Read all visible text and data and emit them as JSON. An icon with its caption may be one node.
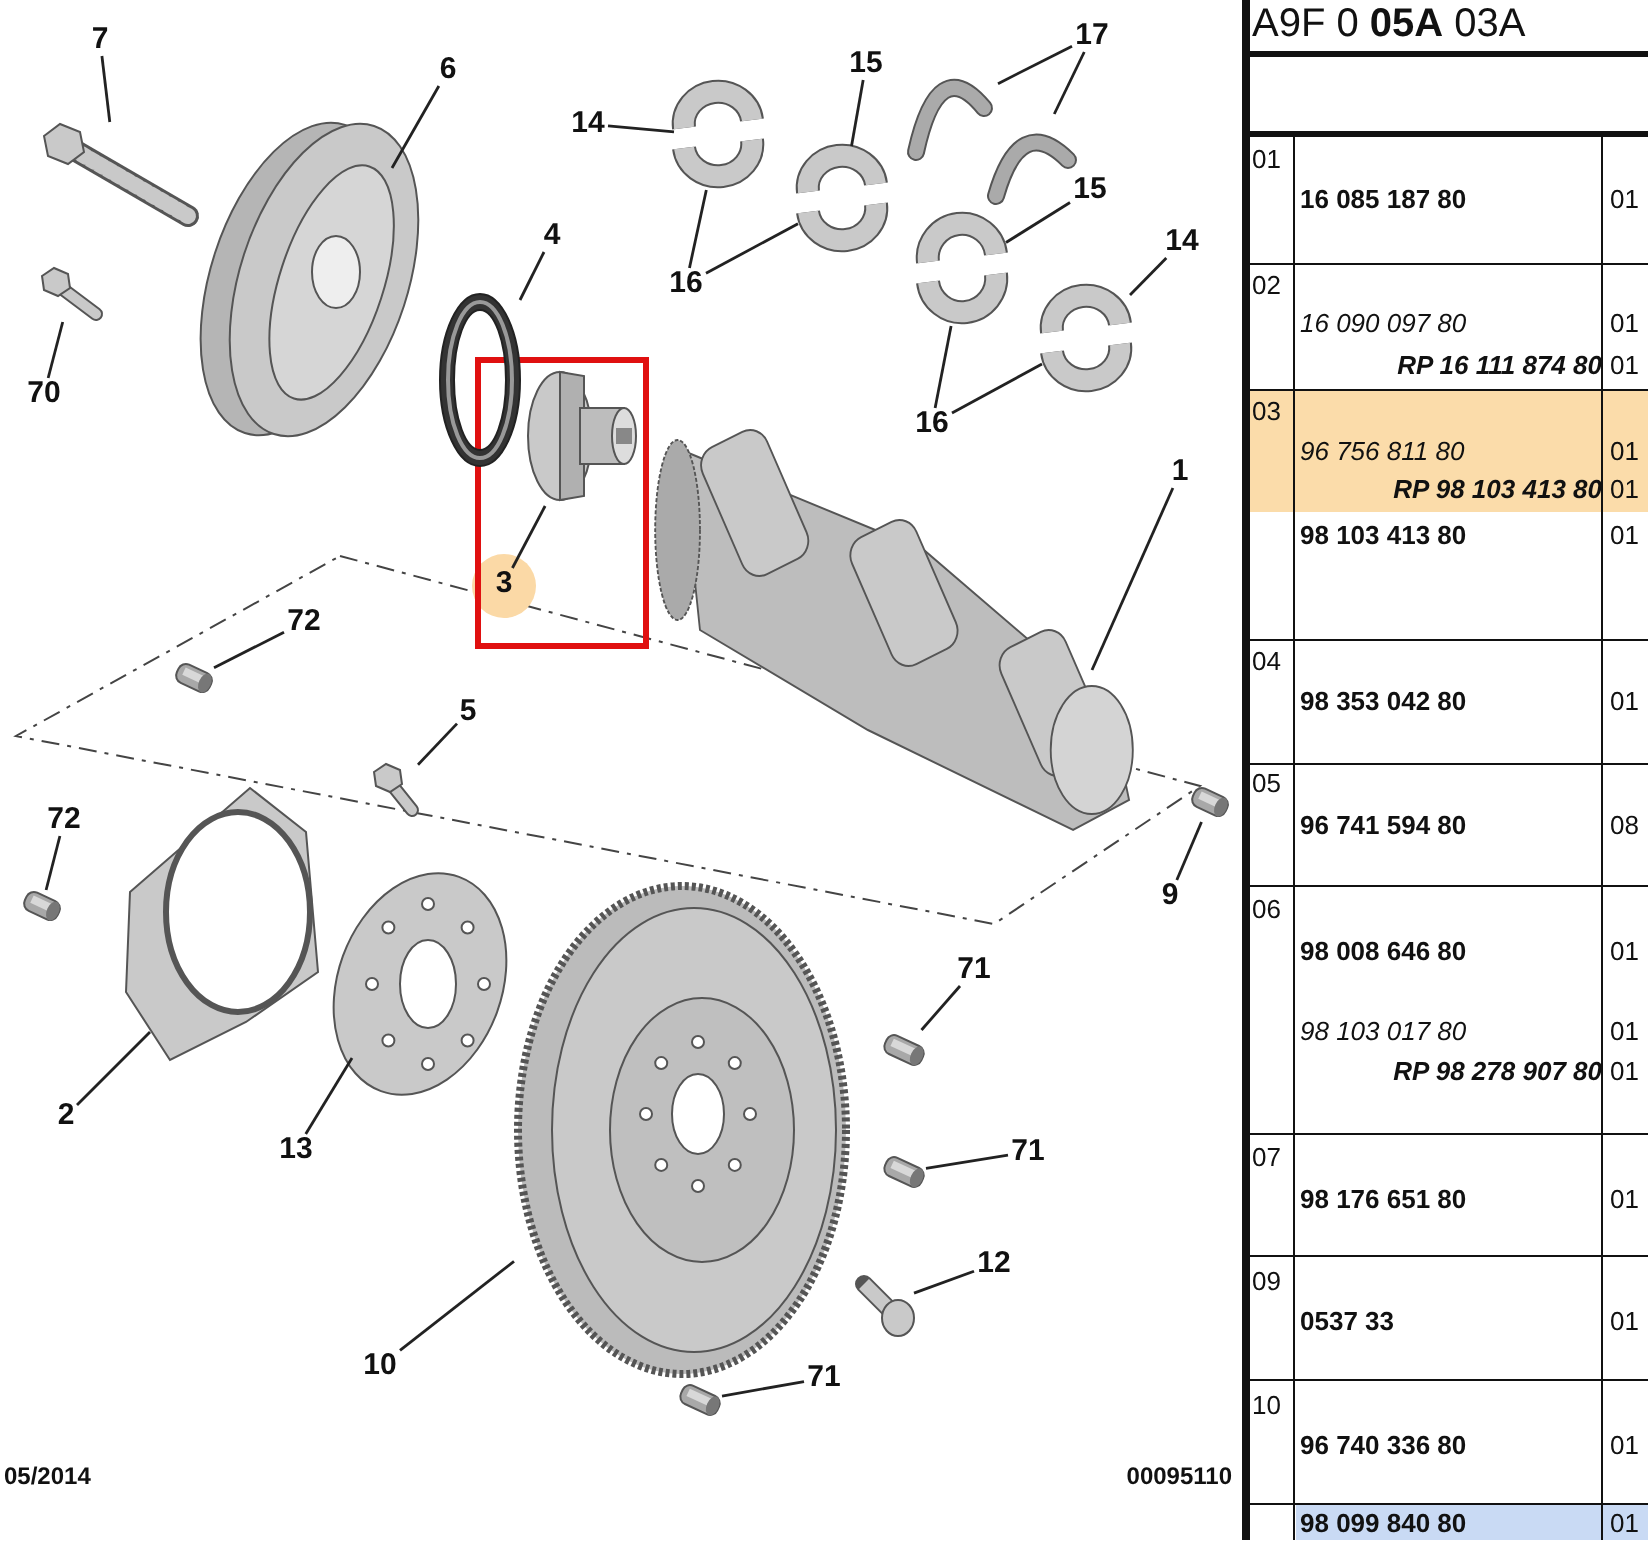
{
  "diagram": {
    "nodes": [
      {
        "text": [
          "7"
        ]
      },
      {
        "text": [],
        "shape": "picture"
      },
      {
        "text": [
          "6"
        ]
      },
      {
        "text": [],
        "shape": "picture"
      },
      {
        "text": [
          "70"
        ]
      },
      {
        "text": [],
        "shape": "picture"
      },
      {
        "text": [
          "4"
        ]
      },
      {
        "text": [],
        "shape": "picture"
      },
      {
        "text": [
          "3"
        ]
      },
      {
        "text": [],
        "shape": "picture"
      },
      {
        "text": [
          "14"
        ]
      },
      {
        "text": [],
        "shape": "picture"
      },
      {
        "text": [
          "15"
        ]
      },
      {
        "text": [],
        "shape": "picture"
      },
      {
        "text": [
          "17"
        ]
      },
      {
        "text": [],
        "shape": "picture"
      },
      {
        "text": [],
        "shape": "picture"
      },
      {
        "text": [
          "15"
        ]
      },
      {
        "text": [],
        "shape": "picture"
      },
      {
        "text": [
          "14"
        ]
      },
      {
        "text": [],
        "shape": "picture"
      },
      {
        "text": [
          "16"
        ]
      },
      {
        "text": [
          "16"
        ]
      },
      {
        "text": [
          "1"
        ]
      },
      {
        "text": [],
        "shape": "picture"
      },
      {
        "text": [
          "72"
        ]
      },
      {
        "text": [],
        "shape": "picture"
      },
      {
        "text": [
          "5"
        ]
      },
      {
        "text": [],
        "shape": "picture"
      },
      {
        "text": [
          "72"
        ]
      },
      {
        "text": [],
        "shape": "picture"
      },
      {
        "text": [
          "9"
        ]
      },
      {
        "text": [],
        "shape": "picture"
      },
      {
        "text": [
          "2"
        ]
      },
      {
        "text": [],
        "shape": "picture"
      },
      {
        "text": [
          "13"
        ]
      },
      {
        "text": [],
        "shape": "picture"
      },
      {
        "text": [
          "71"
        ]
      },
      {
        "text": [],
        "shape": "picture"
      },
      {
        "text": [
          "71"
        ]
      },
      {
        "text": [],
        "shape": "picture"
      },
      {
        "text": [
          "12"
        ]
      },
      {
        "text": [],
        "shape": "picture"
      },
      {
        "text": [
          "10"
        ]
      },
      {
        "text": [],
        "shape": "picture"
      },
      {
        "text": [
          "71"
        ]
      },
      {
        "text": [],
        "shape": "picture"
      }
    ],
    "edges": [
      {
        "from": 0,
        "to": 1,
        "arrow": "none"
      },
      {
        "from": 2,
        "to": 3,
        "arrow": "none"
      },
      {
        "from": 4,
        "to": 5,
        "arrow": "none"
      },
      {
        "from": 6,
        "to": 7,
        "arrow": "none"
      },
      {
        "from": 8,
        "to": 9,
        "arrow": "none"
      },
      {
        "from": 10,
        "to": 11,
        "arrow": "none"
      },
      {
        "from": 12,
        "to": 13,
        "arrow": "none"
      },
      {
        "from": 14,
        "to": 15,
        "arrow": "none"
      },
      {
        "from": 14,
        "to": 16,
        "arrow": "none"
      },
      {
        "from": 17,
        "to": 18,
        "arrow": "none"
      },
      {
        "from": 19,
        "to": 20,
        "arrow": "none"
      },
      {
        "from": 21,
        "to": 11,
        "arrow": "none"
      },
      {
        "from": 21,
        "to": 13,
        "arrow": "none"
      },
      {
        "from": 22,
        "to": 18,
        "arrow": "none"
      },
      {
        "from": 22,
        "to": 20,
        "arrow": "none"
      },
      {
        "from": 23,
        "to": 24,
        "arrow": "none"
      },
      {
        "from": 25,
        "to": 26,
        "arrow": "none"
      },
      {
        "from": 27,
        "to": 28,
        "arrow": "none"
      },
      {
        "from": 29,
        "to": 30,
        "arrow": "none"
      },
      {
        "from": 31,
        "to": 32,
        "arrow": "none"
      },
      {
        "from": 33,
        "to": 34,
        "arrow": "none"
      },
      {
        "from": 35,
        "to": 36,
        "arrow": "none"
      },
      {
        "from": 37,
        "to": 38,
        "arrow": "none"
      },
      {
        "from": 39,
        "to": 40,
        "arrow": "none"
      },
      {
        "from": 41,
        "to": 42,
        "arrow": "none"
      },
      {
        "from": 43,
        "to": 44,
        "arrow": "none"
      },
      {
        "from": 45,
        "to": 46,
        "arrow": "none"
      }
    ],
    "labels": [
      "A9F 0 **05A** 03A",
      "01",
      "16 085 187 80",
      "01",
      "02",
      "16 090 097 80",
      "01",
      "RP 16 111 874 80",
      "01",
      "03",
      "96 756 811 80",
      "01",
      "RP 98 103 413 80",
      "01",
      "98 103 413 80",
      "01",
      "04",
      "98 353 042 80",
      "01",
      "05",
      "96 741 594 80",
      "08",
      "06",
      "98 008 646 80",
      "01",
      "98 103 017 80",
      "01",
      "RP 98 278 907 80",
      "01",
      "07",
      "98 176 651 80",
      "01",
      "09",
      "0537 33",
      "01",
      "10",
      "96 740 336 80",
      "01",
      "98 099 840 80",
      "01",
      "05/2014",
      "00095110"
    ]
  }
}
